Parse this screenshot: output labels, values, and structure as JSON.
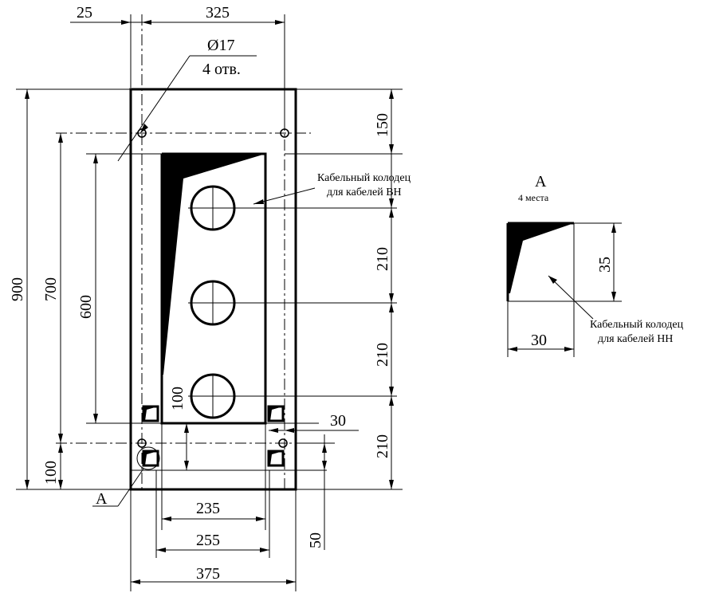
{
  "drawing": {
    "dims": {
      "top_left": "25",
      "top_right": "325",
      "height_total": "900",
      "height_700": "700",
      "height_600": "600",
      "bottom_left_100": "100",
      "inner_100": "100",
      "right_150": "150",
      "right_210_a": "210",
      "right_210_b": "210",
      "right_210_c": "210",
      "right_30": "30",
      "bottom_235": "235",
      "bottom_255": "255",
      "bottom_375": "375",
      "right_50": "50",
      "detail_35": "35",
      "detail_30": "30"
    },
    "hole_note": {
      "diameter": "Ø17",
      "count": "4 отв."
    },
    "well_hv": {
      "line1": "Кабельный колодец",
      "line2": "для кабелей ВН"
    },
    "view_marker": "А",
    "detail": {
      "title": "А",
      "subtitle": "4 места",
      "well_lv_line1": "Кабельный колодец",
      "well_lv_line2": "для кабелей НН"
    }
  }
}
